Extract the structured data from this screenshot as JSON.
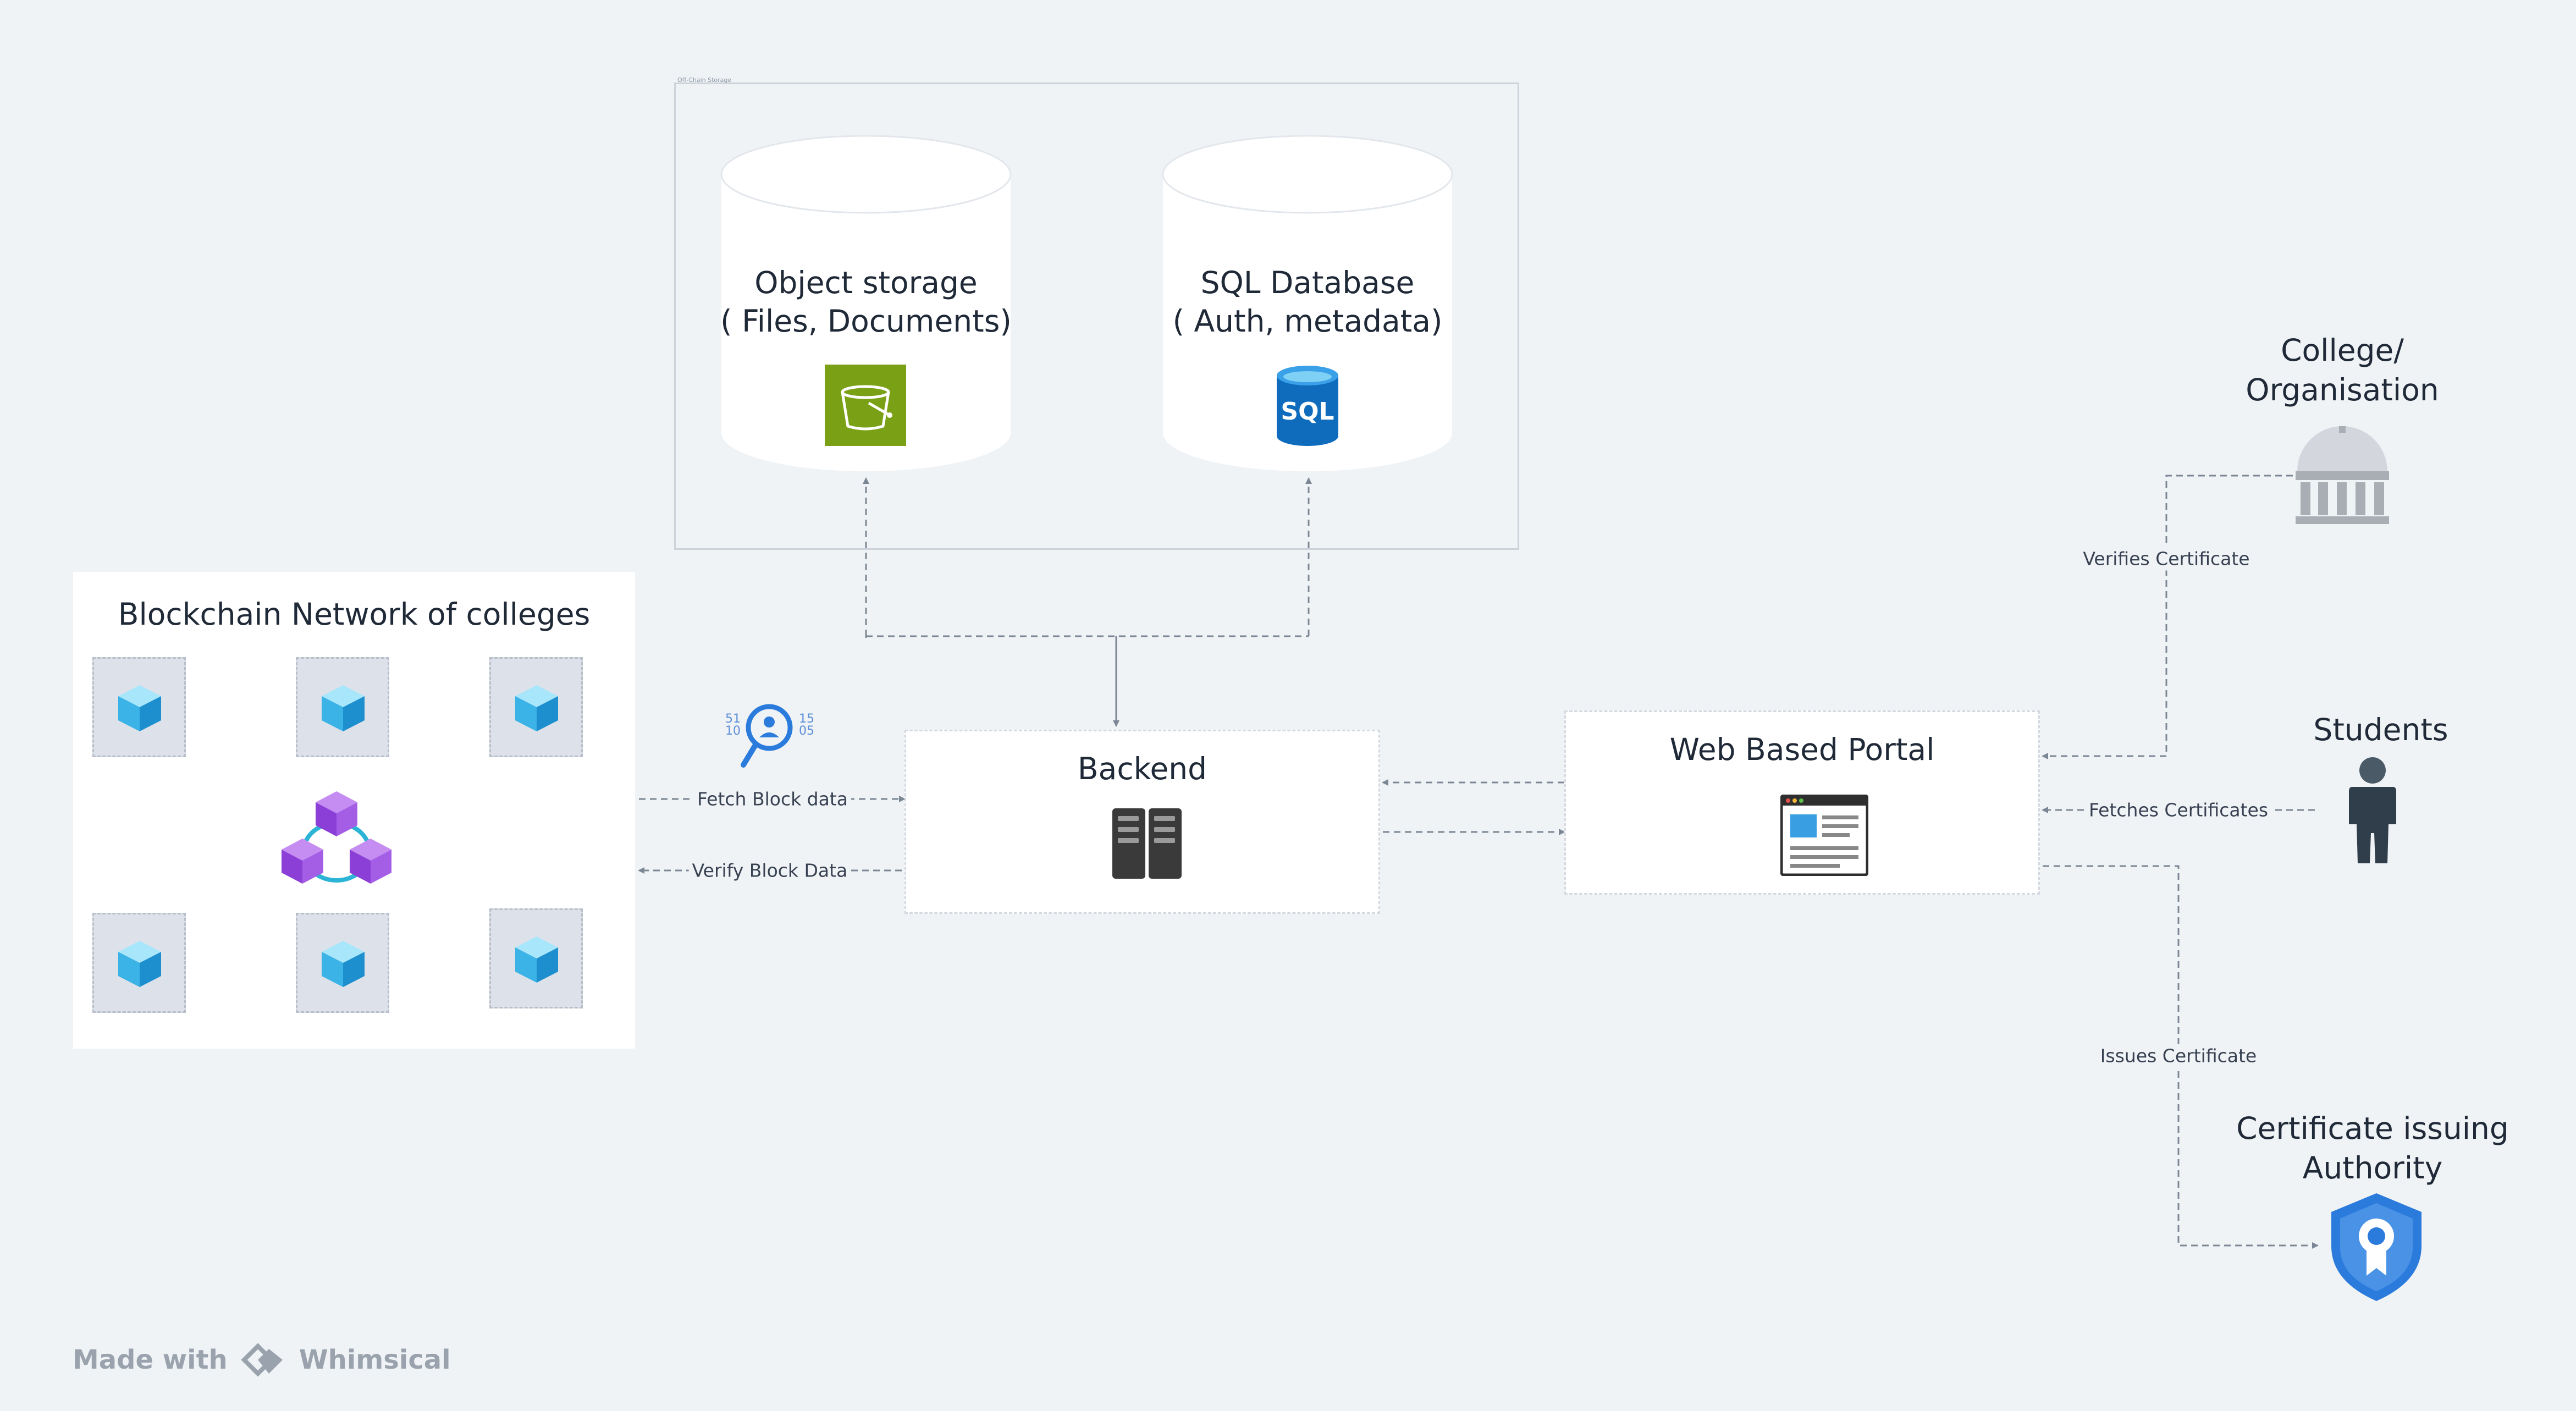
{
  "offchain": {
    "caption": "Off-Chain Storage"
  },
  "object_storage": {
    "line1": "Object storage",
    "line2": "( Files, Documents)",
    "icon": "bucket-icon",
    "color": "#7aa116"
  },
  "sql_db": {
    "line1": "SQL Database",
    "line2": "( Auth, metadata)",
    "icon": "sql-database-icon",
    "badge": "SQL",
    "color": "#0f6cbd"
  },
  "blockchain": {
    "title": "Blockchain Network of colleges",
    "icon_main": "blockchain-network-icon",
    "icon_node": "cube-icon"
  },
  "backend": {
    "title": "Backend",
    "icon": "server-icon"
  },
  "portal": {
    "title": "Web Based Portal",
    "icon": "web-page-icon"
  },
  "college": {
    "line1": "College/",
    "line2": "Organisation",
    "icon": "institution-icon"
  },
  "students": {
    "title": "Students",
    "icon": "person-icon"
  },
  "authority": {
    "line1": "Certificate issuing",
    "line2": "Authority",
    "icon": "certificate-badge-icon",
    "color": "#2b7bdc"
  },
  "edges": {
    "fetch_block": "Fetch Block data",
    "verify_block": "Verify Block Data",
    "verifies_cert": "Verifies Certificate",
    "fetches_certs": "Fetches Certificates",
    "issues_cert": "Issues Certificate"
  },
  "data_search_icon": {
    "icon": "data-search-icon",
    "digits": [
      "5",
      "1",
      "1",
      "0",
      "1",
      "5",
      "0",
      "5"
    ]
  },
  "footer": {
    "made_with": "Made with",
    "brand": "Whimsical",
    "icon": "whimsical-logo-icon"
  }
}
